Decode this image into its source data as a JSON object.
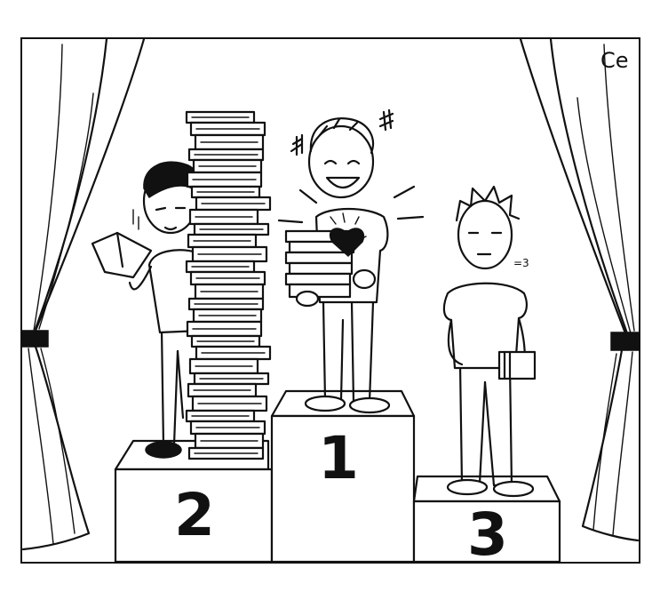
{
  "signature": "Ce",
  "podium": {
    "first": "1",
    "second": "2",
    "third": "3"
  },
  "counter_note": "=3",
  "icons": [
    "stage-curtain-left",
    "stage-curtain-right",
    "book-stack",
    "heart-icon"
  ],
  "colors": {
    "ink": "#111111",
    "paper": "#ffffff"
  }
}
